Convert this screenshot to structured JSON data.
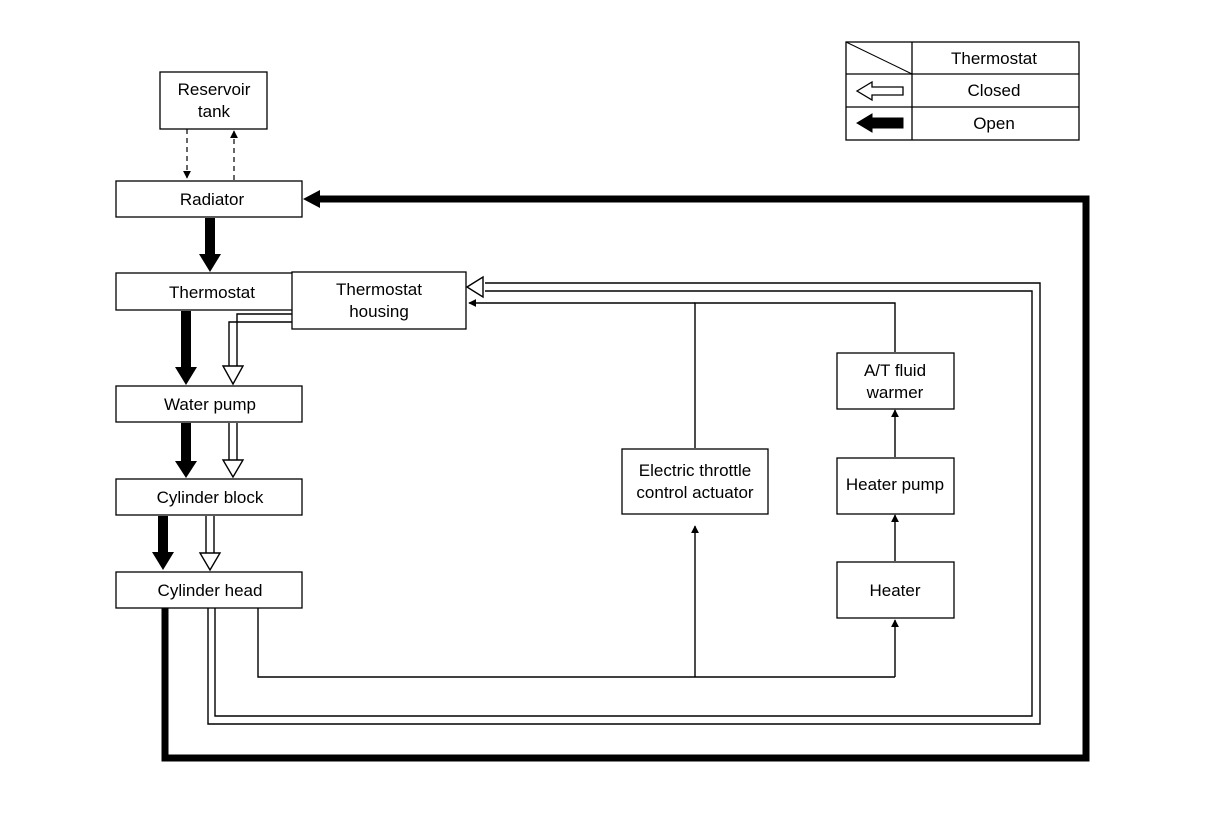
{
  "legend": {
    "header": "Thermostat",
    "closed_label": "Closed",
    "open_label": "Open"
  },
  "components": {
    "reservoir_tank": [
      "Reservoir",
      "tank"
    ],
    "radiator": "Radiator",
    "thermostat": "Thermostat",
    "thermostat_housing": [
      "Thermostat",
      "housing"
    ],
    "water_pump": "Water pump",
    "cylinder_block": "Cylinder block",
    "cylinder_head": "Cylinder head",
    "electric_throttle": [
      "Electric throttle",
      "control actuator"
    ],
    "at_fluid_warmer": [
      "A/T fluid",
      "warmer"
    ],
    "heater_pump": "Heater pump",
    "heater": "Heater"
  }
}
